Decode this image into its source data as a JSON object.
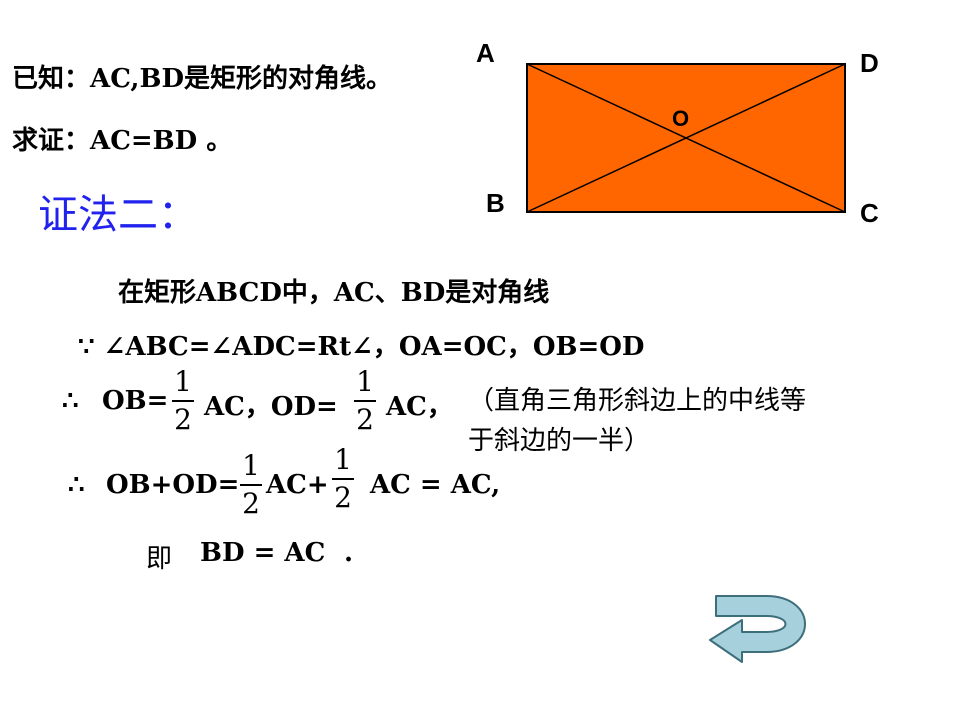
{
  "given": {
    "prefix": "已知：",
    "statement": "AC,BD是矩形的对角线。"
  },
  "prove": {
    "prefix": "求证：",
    "statement": "AC=BD 。"
  },
  "method_title": "证法二：",
  "figure": {
    "fill_color": "#ff6600",
    "labels": {
      "A": "A",
      "B": "B",
      "C": "C",
      "D": "D",
      "O": "O"
    }
  },
  "proof": {
    "line1": "在矩形ABCD中，AC、BD是对角线",
    "line2_symbol": "∵",
    "line2_text": "∠ABC=∠ADC=Rt∠，OA=OC，OB=OD",
    "line3_symbol": "∴",
    "line3_part1": "OB=",
    "line3_part2": "AC，OD=",
    "line3_part3": "AC，",
    "fraction": {
      "numerator": "1",
      "denominator": "2"
    },
    "note_line1": "（直角三角形斜边上的中线等",
    "note_line2": "于斜边的一半）",
    "line4_symbol": "∴",
    "line4_part1": "OB+OD=",
    "line4_part2": "AC+",
    "line4_part3": "AC = AC,",
    "line5_prefix": "即",
    "line5_text": "BD = AC",
    "line5_end": "."
  },
  "return_arrow": {
    "icon": "return-arrow-icon",
    "color": "#a6d1dc"
  }
}
